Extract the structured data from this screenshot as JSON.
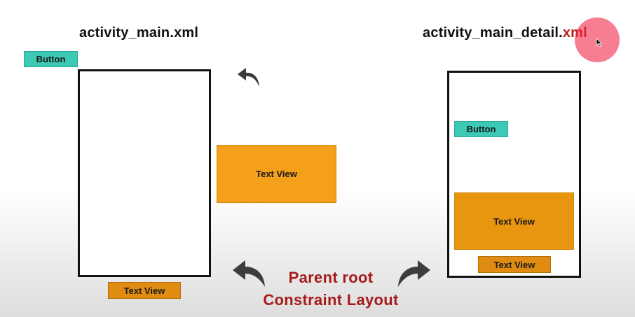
{
  "left_layout": {
    "title": "activity_main.xml",
    "button_label": "Button",
    "text_view_floating_label": "Text View",
    "text_view_bottom_label": "Text View"
  },
  "right_layout": {
    "title_main": "activity_main_detail.",
    "title_accent": "xml",
    "button_label": "Button",
    "text_view_large_label": "Text View",
    "text_view_small_label": "Text View"
  },
  "caption": {
    "line1": "Parent root",
    "line2": "Constraint Layout"
  },
  "colors": {
    "button_fill": "#3cc9b5",
    "text_view_fill": "#f5a01a",
    "caption_red": "#a61b1b",
    "cursor_highlight": "#f02846"
  },
  "icons": {
    "undo_arrow": "curved-arrow-left-icon",
    "left_curved_arrow": "curved-arrow-left-icon",
    "right_curved_arrow": "curved-arrow-right-icon",
    "cursor": "mouse-pointer-icon"
  }
}
